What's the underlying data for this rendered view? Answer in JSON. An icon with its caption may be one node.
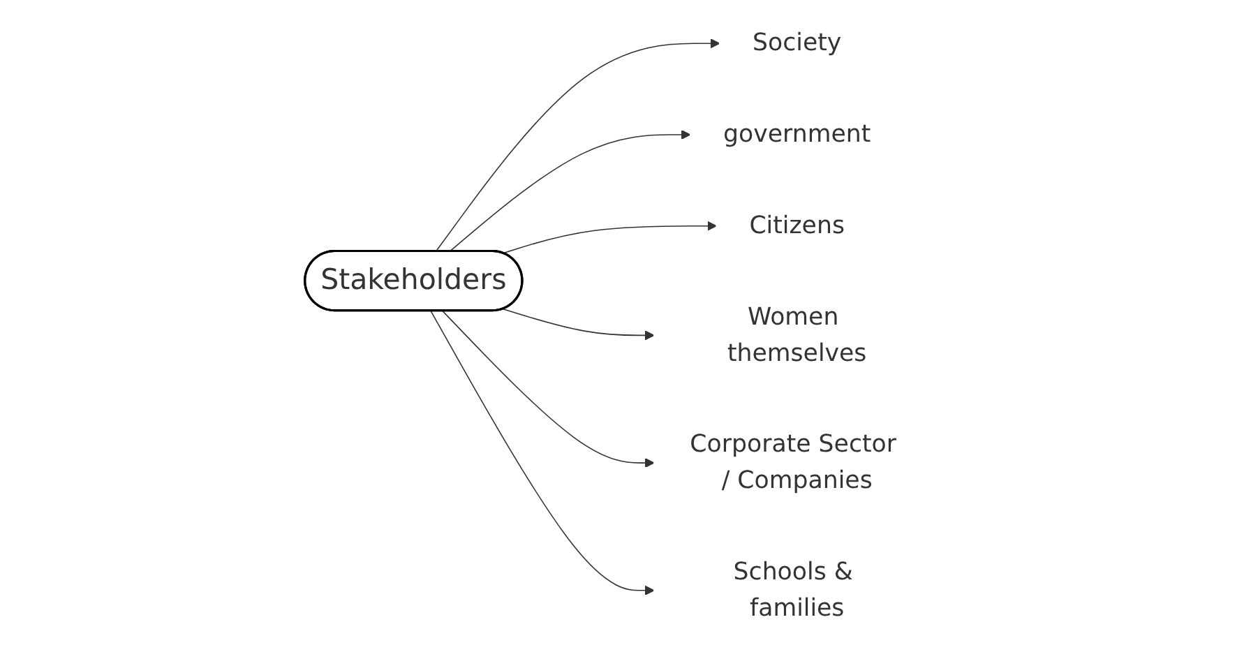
{
  "diagram": {
    "nodes": [
      {
        "text": [
          "Stakeholders"
        ]
      },
      {
        "text": [
          "Society"
        ]
      },
      {
        "text": [
          "government"
        ]
      },
      {
        "text": [
          "Citizens"
        ]
      },
      {
        "text": [
          "Women themselves"
        ]
      },
      {
        "text": [
          "Corporate Sector / Companies"
        ]
      },
      {
        "text": [
          "Schools & families"
        ]
      }
    ],
    "edges": [
      {
        "from": 0,
        "to": 1,
        "arrow": "to"
      },
      {
        "from": 0,
        "to": 2,
        "arrow": "to"
      },
      {
        "from": 0,
        "to": 3,
        "arrow": "to"
      },
      {
        "from": 0,
        "to": 4,
        "arrow": "to"
      },
      {
        "from": 0,
        "to": 5,
        "arrow": "to"
      },
      {
        "from": 0,
        "to": 6,
        "arrow": "to"
      }
    ]
  }
}
